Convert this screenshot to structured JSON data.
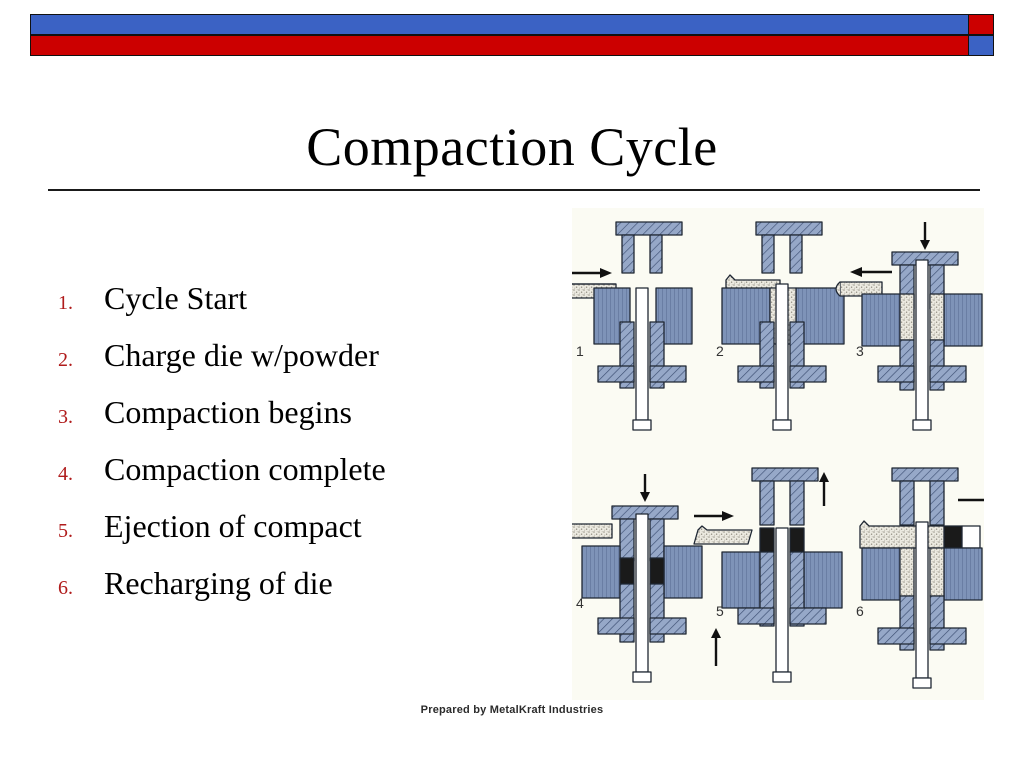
{
  "slide": {
    "title": "Compaction Cycle",
    "footer": "Prepared by MetalKraft Industries"
  },
  "banner": {
    "bar_top_color": "#3b62c4",
    "bar_bottom_color": "#cc0000",
    "cap_top_color": "#cc0000",
    "cap_bottom_color": "#3b62c4"
  },
  "list": {
    "number_color": "#b01b1b",
    "text_color": "#000000",
    "items": [
      {
        "num": "1.",
        "label": "Cycle Start"
      },
      {
        "num": "2.",
        "label": "Charge die w/powder"
      },
      {
        "num": "3.",
        "label": "Compaction begins"
      },
      {
        "num": "4.",
        "label": "Compaction complete"
      },
      {
        "num": "5.",
        "label": "Ejection of compact"
      },
      {
        "num": "6.",
        "label": "Recharging of die"
      }
    ]
  },
  "figure": {
    "name": "compaction-cycle-diagram",
    "background": "#fbfbf3",
    "steel_color": "#8fa3c4",
    "die_color": "#7b8fb3",
    "powder_color": "#e8e6df",
    "compact_color": "#1a1a1a",
    "outline_color": "#1f2733",
    "panels": [
      {
        "id": "1",
        "label": "1",
        "caption": "Cycle Start",
        "arrows": [
          "shoe-right"
        ]
      },
      {
        "id": "2",
        "label": "2",
        "caption": "Charge die w/powder",
        "arrows": []
      },
      {
        "id": "3",
        "label": "3",
        "caption": "Compaction begins",
        "arrows": [
          "punch-down",
          "shoe-left"
        ]
      },
      {
        "id": "4",
        "label": "4",
        "caption": "Compaction complete",
        "arrows": [
          "punch-down"
        ]
      },
      {
        "id": "5",
        "label": "5",
        "caption": "Ejection of compact",
        "arrows": [
          "punch-up",
          "shoe-right",
          "core-up"
        ]
      },
      {
        "id": "6",
        "label": "6",
        "caption": "Recharging of die",
        "arrows": [
          "punch-right"
        ]
      }
    ]
  }
}
